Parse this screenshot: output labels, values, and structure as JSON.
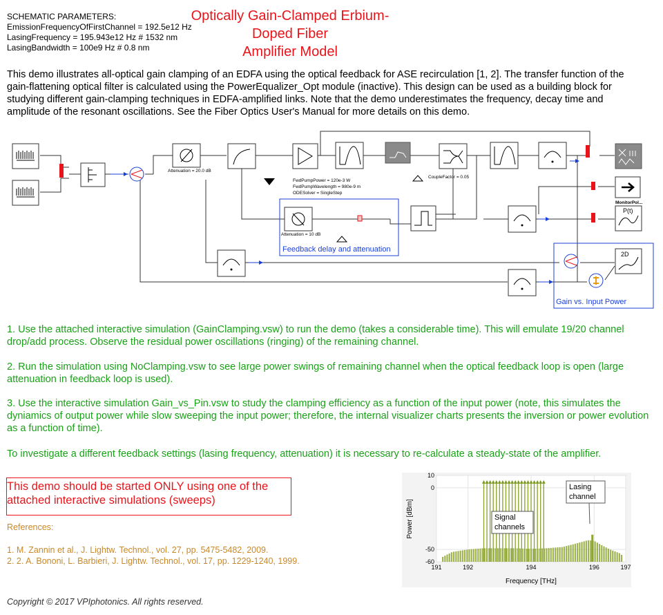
{
  "params": {
    "header": "SCHEMATIC PARAMETERS:",
    "line1": "EmissionFrequencyOfFirstChannel = 192.5e12 Hz",
    "line2": "LasingFrequency = 195.943e12 Hz # 1532 nm",
    "line3": "LasingBandwidth = 100e9 Hz # 0.8 nm"
  },
  "title": {
    "line1": "Optically Gain-Clamped Erbium-Doped Fiber",
    "line2": "Amplifier Model"
  },
  "intro": "This demo illustrates all-optical gain clamping of an EDFA using the optical feedback for ASE recirculation [1, 2]. The transfer function of the gain-flattening optical filter is calculated using the PowerEqualizer_Opt module (inactive). This design can be used as a building block for studying different gain-clamping techniques in EDFA-amplified links. Note that the demo underestimates the frequency, decay time  and amplitude of the resonant oscillations. See the Fiber Optics User's Manual for more details on this demo.",
  "schematic": {
    "attenuation1": "Attenuation = 20.0 dB",
    "pump1": "FwdPumpPower = 120e-3 W",
    "pump2": "FwdPumpWavelength = 980e-9 m",
    "pump3": "ODESolver = SingleStep",
    "couple": "CoupleFactor = 0.05",
    "attenuation2": "Attenuation = 10 dB",
    "feedback_label": "Feedback delay and attenuation",
    "gain_label": "Gain vs. Input Power",
    "monitor_label": "MonitorPol...",
    "pt_label": "P(t)",
    "twod_label": "2D"
  },
  "notes": {
    "n1": "1. Use the attached interactive simulation (GainClamping.vsw) to run the demo (takes a considerable time). This will emulate 19/20 channel drop/add process. Observe the residual power oscillations (ringing) of the remaining channel.",
    "n2": "2. Run the simulation using NoClamping.vsw to see large power swings of remaining channel when the optical feedback loop is open (large attenuation in feedback loop is used).",
    "n3": "3. Use the interactive simulation Gain_vs_Pin.vsw to study the clamping efficiency as a function of the input power (note, this simulates the dyniamics of output power while slow sweeping the input power; therefore, the internal visualizer charts presents the inversion or power evolution as a function of time).",
    "n4": "To investigate a different feedback settings (lasing frequency, attenuation) it is necessary to re-calculate a steady-state of the amplifier."
  },
  "warning": "This demo should be started ONLY using one of the attached interactive simulations (sweeps)",
  "references": {
    "header": "References:",
    "r1": "1. M. Zannin et al., J. Lightw. Technol., vol. 27, pp. 5475-5482, 2009.",
    "r2": "2. 2. A. Bononi, L. Barbieri, J. Lightw. Technol., vol. 17, pp. 1229-1240, 1999."
  },
  "copyright": "Copyright © 2017 VPIphotonics. All rights reserved.",
  "chart_data": {
    "type": "bar",
    "xlabel": "Frequency [THz]",
    "ylabel": "Power [dBm]",
    "xlim": [
      191,
      197
    ],
    "ylim": [
      -60,
      10
    ],
    "xticks": [
      "191",
      "192",
      "194",
      "196",
      "197"
    ],
    "yticks": [
      "10",
      "0",
      "-50",
      "-60"
    ],
    "annotations": {
      "signal": [
        "Signal",
        "channels"
      ],
      "lasing": [
        "Lasing",
        "channel"
      ]
    },
    "signal_channels": {
      "start": 192.5,
      "spacing": 0.1,
      "values": [
        4.5,
        4.5,
        4.5,
        4.5,
        4.5,
        4.5,
        4.5,
        4.5,
        4.5,
        4.5,
        4.5,
        4.5,
        4.5,
        4.5,
        4.5,
        4.5,
        4.5,
        4.5,
        4.5,
        4.5
      ]
    },
    "lasing_channel": {
      "x": 195.943,
      "y": -38
    },
    "ase_spectrum": {
      "x": [
        191.2,
        191.5,
        192.0,
        192.5,
        193.0,
        193.5,
        194.0,
        194.5,
        195.0,
        195.3,
        195.6,
        195.8,
        196.0,
        196.2,
        196.5,
        196.8,
        196.9
      ],
      "y": [
        -56,
        -52,
        -50,
        -49,
        -49,
        -49,
        -49.5,
        -49,
        -48,
        -46,
        -44,
        -42.5,
        -43,
        -46,
        -50,
        -53,
        -55
      ]
    },
    "colors": {
      "bars": "#8fa635",
      "signal_marker": "#7a9a1e",
      "lasing": "#8fa635"
    }
  }
}
